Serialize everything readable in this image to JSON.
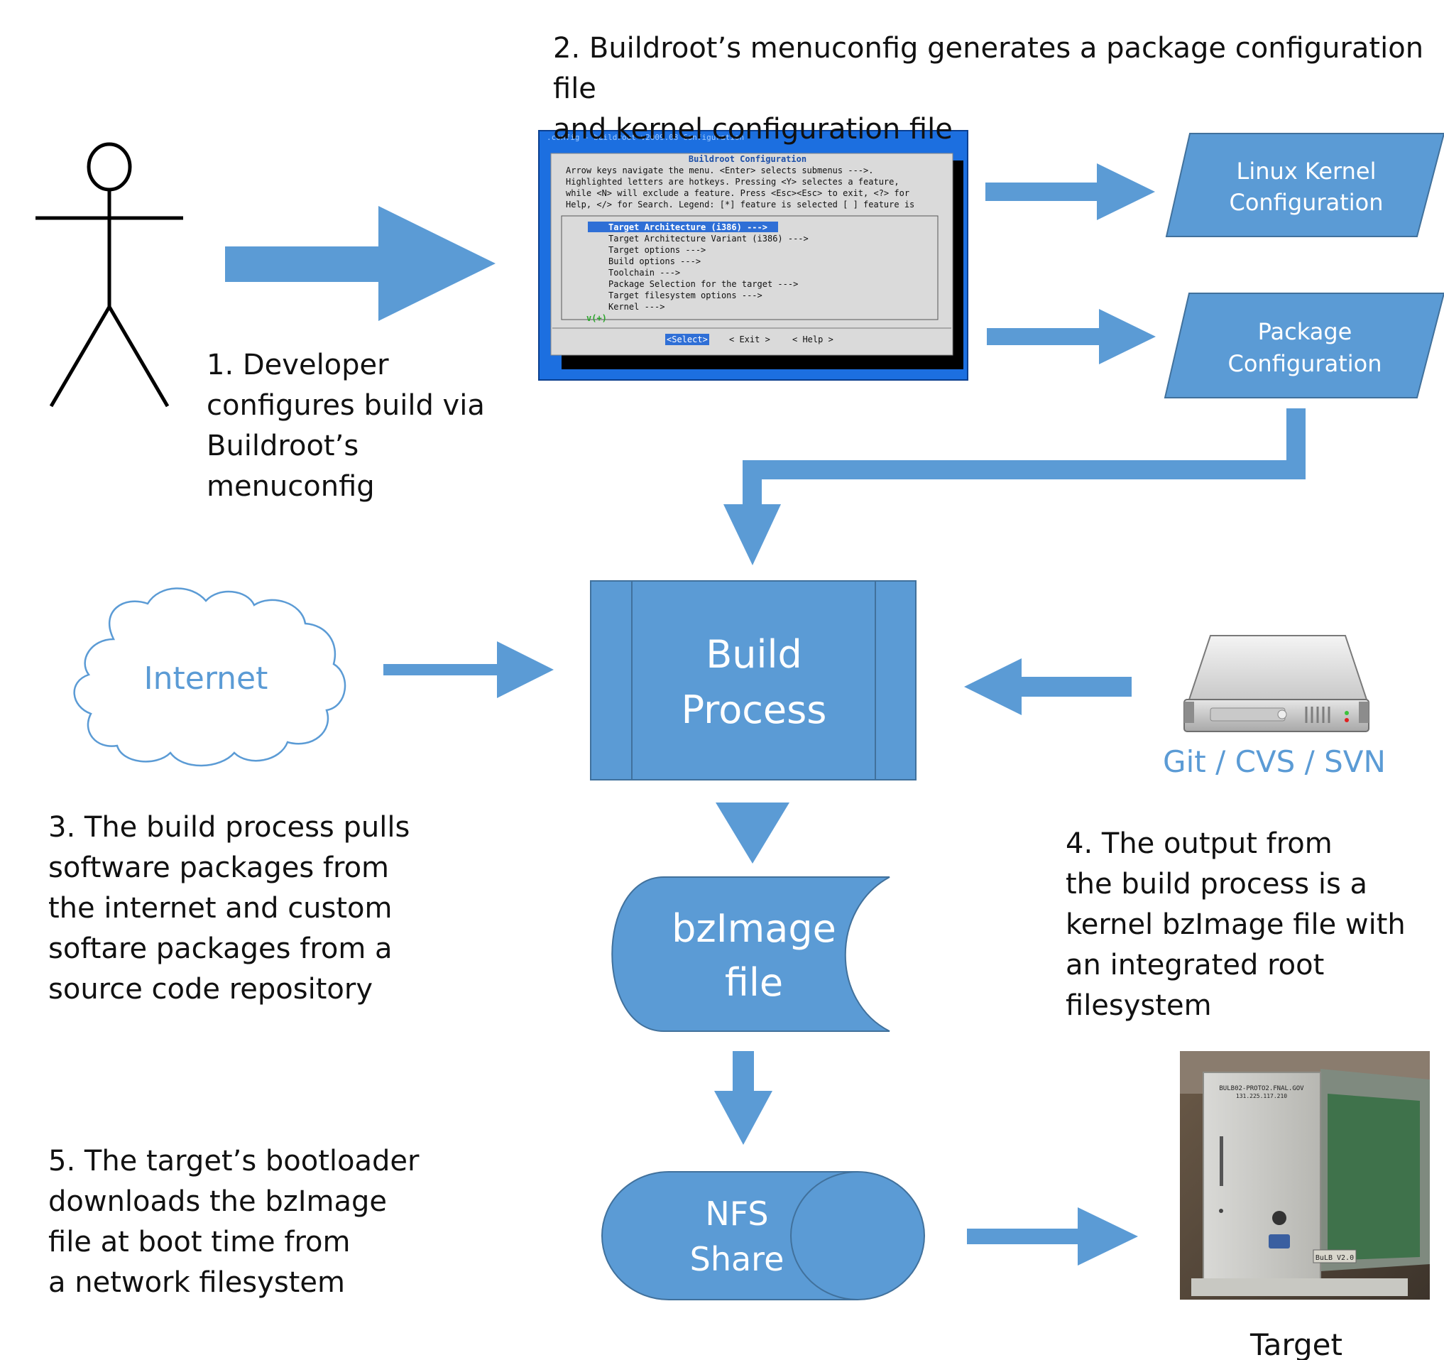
{
  "steps": {
    "step1": "1. Developer configures build via Buildroot’s menuconfig",
    "step2": "2. Buildroot’s menuconfig generates a package configuration file and kernel configuration file",
    "step3": "3. The build process pulls software packages from the internet and custom softare packages from a source code repository",
    "step4": "4. The output from the build process is a kernel bzImage file with an integrated root filesystem",
    "step5": "5. The target’s bootloader downloads the bzImage file at boot time from a network filesystem"
  },
  "nodes": {
    "linux_kernel_config": [
      "Linux Kernel",
      "Configuration"
    ],
    "package_config": [
      "Package",
      "Configuration"
    ],
    "build_process": [
      "Build",
      "Process"
    ],
    "bzimage": [
      "bzImage",
      "file"
    ],
    "nfs_share": [
      "NFS",
      "Share"
    ],
    "internet": "Internet",
    "repository": "Git / CVS / SVN",
    "target": "Target"
  },
  "menuconfig": {
    "title_bar": ".config - buildroot v2009.08 Configuration",
    "dialog_title": "Buildroot Configuration",
    "help_lines": [
      "Arrow keys navigate the menu.  <Enter> selects submenus --->.",
      "Highlighted letters are hotkeys.  Pressing <Y> selectes a feature,",
      "while <N> will exclude a feature.  Press <Esc><Esc> to exit, <?> for",
      "Help, </> for Search.  Legend: [*] feature is selected  [ ] feature is"
    ],
    "menu_items": [
      "Target Architecture (i386)  --->",
      "Target Architecture Variant (i386)  --->",
      "Target options  --->",
      "Build options  --->",
      "Toolchain  --->",
      "Package Selection for the target  --->",
      "Target filesystem options  --->",
      "Kernel  --->"
    ],
    "more_indicator": "v(+)",
    "buttons": [
      "<Select>",
      "< Exit >",
      "< Help >"
    ]
  },
  "device_photo": {
    "hostname": "BULB02-PROTO2.FNAL.GOV",
    "ip": "131.225.117.210",
    "model": "BuLB V2.0"
  },
  "colors": {
    "accent": "#5b9bd5",
    "accent_border": "#41719c",
    "label_blue": "#5b9bd5",
    "terminal_blue": "#1a6fd8"
  }
}
